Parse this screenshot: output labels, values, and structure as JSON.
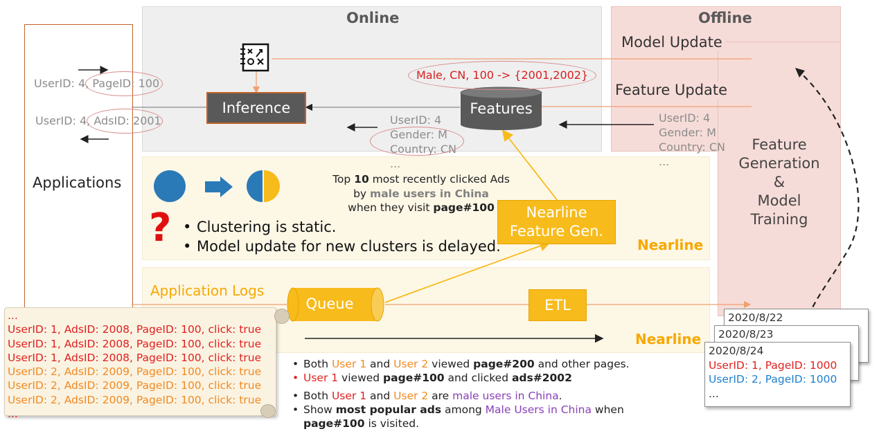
{
  "sections": {
    "online": "Online",
    "offline": "Offline",
    "nearline_top": "Nearline",
    "nearline_bottom": "Nearline",
    "applications": "Applications",
    "application_logs": "Application Logs"
  },
  "offline": {
    "model_update": "Model Update",
    "feature_update": "Feature Update",
    "feature_generation": [
      "Feature",
      "Generation",
      "&",
      "Model",
      "Training"
    ]
  },
  "online": {
    "inference": "Inference",
    "features": "Features",
    "mapping": "Male, CN, 100 -> {2001,2002}",
    "user_profile": [
      "UserID: 4",
      "Gender: M",
      "Country: CN",
      "..."
    ]
  },
  "offline_profile": [
    "UserID: 4",
    "Gender: M",
    "Country: CN",
    "..."
  ],
  "requests": {
    "req1_user": "UserID: 4, ",
    "req1_page": "PageID: 100",
    "req2_user": "UserID: 4, ",
    "req2_ads": "AdsID: 2001"
  },
  "nearline": {
    "desc_line1_pre": "Top ",
    "desc_line1_bold": "10",
    "desc_line1_post": " most recently clicked Ads",
    "desc_line2_pre": "by ",
    "desc_line2_bold": "male users in China",
    "desc_line3_pre": "when they visit ",
    "desc_line3_bold": "page#100",
    "question": "?",
    "bullet1": "Clustering is static.",
    "bullet2": "Model update for new clusters is delayed.",
    "feature_gen": [
      "Nearline",
      "Feature Gen."
    ],
    "queue": "Queue",
    "etl": "ETL"
  },
  "logs": [
    {
      "text": "...",
      "color": "red"
    },
    {
      "text": "UserID: 1, AdsID: 2008, PageID: 100, click: true",
      "color": "red"
    },
    {
      "text": "UserID: 1, AdsID: 2008, PageID: 100, click: true",
      "color": "red"
    },
    {
      "text": "UserID: 1, AdsID: 2008, PageID: 100, click: true",
      "color": "red"
    },
    {
      "text": "UserID: 2, AdsID: 2009, PageID: 100, click: true",
      "color": "orange"
    },
    {
      "text": "UserID: 2, AdsID: 2009, PageID: 100, click: true",
      "color": "orange"
    },
    {
      "text": "UserID: 2, AdsID: 2009, PageID: 100, click: true",
      "color": "orange"
    },
    {
      "text": "...",
      "color": "red"
    }
  ],
  "notes": {
    "n1_a": "Both ",
    "n1_u1": "User 1",
    "n1_b": " and ",
    "n1_u2": "User 2",
    "n1_c": " viewed ",
    "n1_page": "page#200",
    "n1_d": " and other pages.",
    "n2_u1": "User 1",
    "n2_a": " viewed ",
    "n2_page": "page#100",
    "n2_b": " and clicked ",
    "n2_ads": "ads#2002",
    "n3_a": "Both ",
    "n3_u1": "User 1",
    "n3_b": " and ",
    "n3_u2": "User 2",
    "n3_c": " are ",
    "n3_male": "male users in China",
    "n3_d": ".",
    "n4_a": "Show ",
    "n4_bold": "most popular ads",
    "n4_b": " among ",
    "n4_male": "Male Users in China",
    "n4_c": " when",
    "n4_page": "page#100",
    "n4_d": " is visited."
  },
  "files": {
    "date1": "2020/8/22",
    "date2": "2020/8/23",
    "date3": "2020/8/24",
    "line1": "UserID: 1, PageID: 1000",
    "line2": "UserID: 2, PageID: 1000",
    "line3": "..."
  },
  "colors": {
    "orange_box": "#f7bb1b",
    "dark_box": "#595959",
    "arrow_orange": "#f0a070",
    "user1": "#e02020",
    "user2": "#f08a24",
    "purple": "#8a3fb8"
  }
}
